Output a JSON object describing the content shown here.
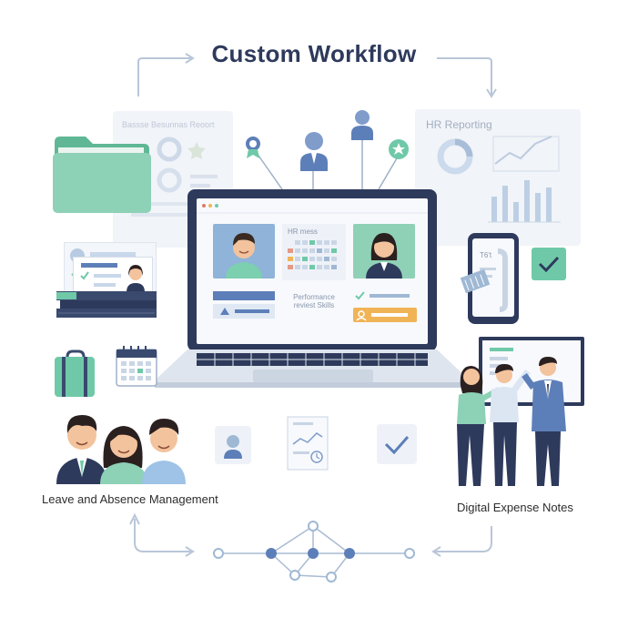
{
  "title": "Custom Workflow",
  "labels": {
    "leave": "Leave and Absence Management",
    "expense": "Digital Expense Notes",
    "hr_reporting": "HR Reporting",
    "faint_panel": "Bassse Besunnas Reoort"
  },
  "laptop_screen": {
    "hr_title": "HR mess",
    "performance": "Performance reviest Skills"
  },
  "phone": {
    "label": "T6't"
  },
  "colors": {
    "mint": "#6fc9a8",
    "navy": "#2e3a5c",
    "blue": "#5d7fb9",
    "orange": "#f0b457",
    "light": "#eef2f8"
  }
}
